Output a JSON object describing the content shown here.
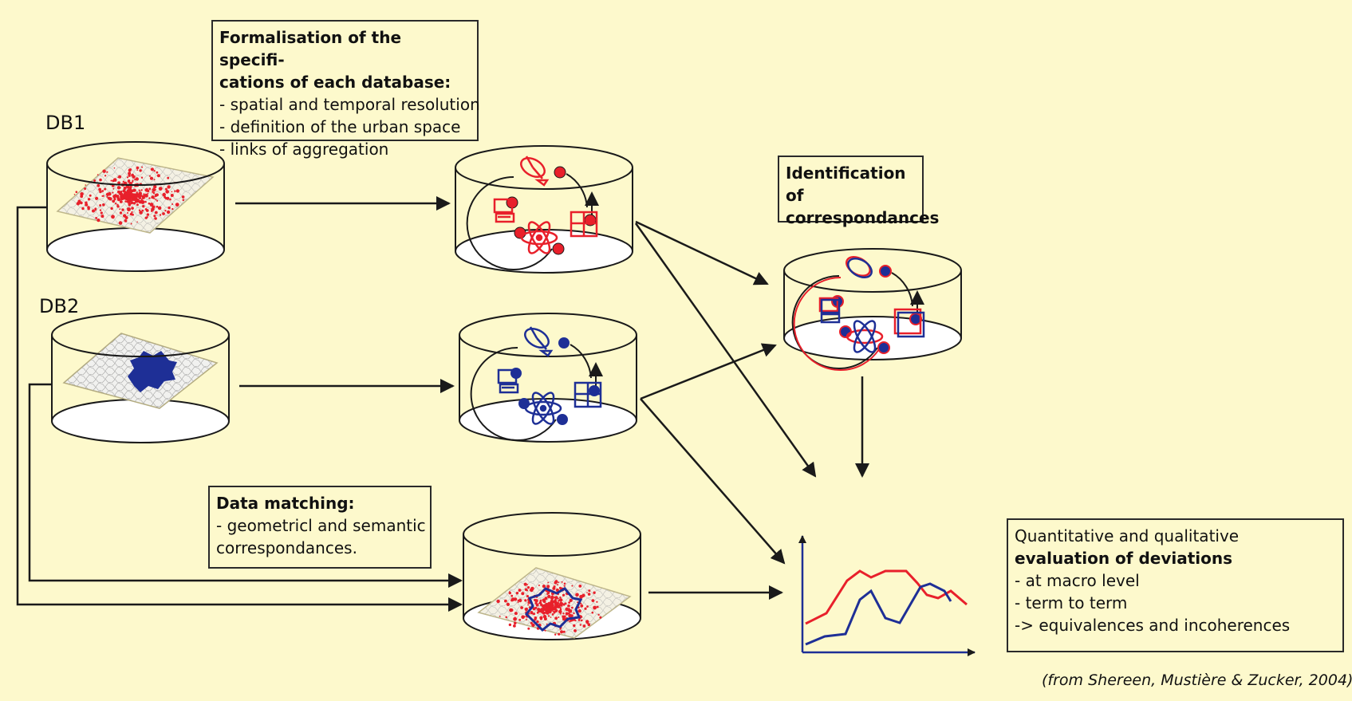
{
  "labels": {
    "db1": "DB1",
    "db2": "DB2"
  },
  "spec_box": {
    "title_lines": [
      "Formalisation of the  specifi-",
      "cations of each database:"
    ],
    "items": [
      "- spatial and temporal resolution",
      "- definition of the urban space",
      "- links of  aggregation"
    ]
  },
  "identification_box": {
    "title_lines": [
      "Identification of",
      "correspondances"
    ]
  },
  "matching_box": {
    "title": "Data matching:",
    "lines": [
      "- geometricl and semantic",
      "correspondances."
    ]
  },
  "evaluation_box": {
    "line1": "Quantitative and qualitative",
    "bold": "evaluation of deviations",
    "items": [
      "- at macro level",
      "- term to term",
      "-> equivalences and incoherences"
    ]
  },
  "credit": "(from Shereen, Mustière & Zucker, 2004)",
  "colors": {
    "db1": "#e8202b",
    "db2": "#1e2f96",
    "background": "#fdf9cc",
    "line": "#1a1a1a"
  },
  "icons": [
    "database-cylinder-icon",
    "satellite-dish-icon",
    "computer-icon",
    "atom-icon",
    "building-icon",
    "line-chart-icon"
  ]
}
